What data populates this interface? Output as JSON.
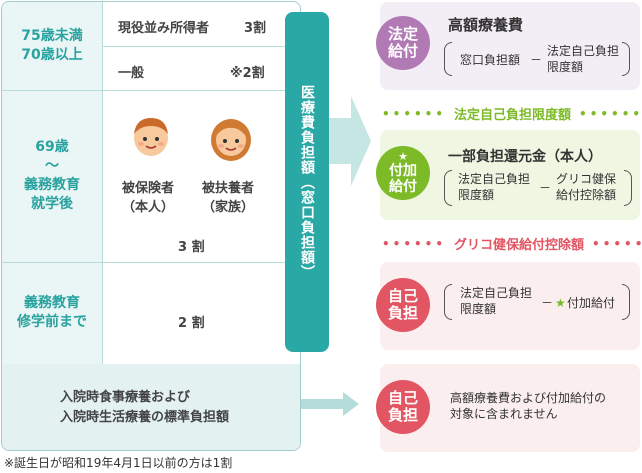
{
  "table": {
    "age_over75_line1": "75歳未満",
    "age_over75_line2": "70歳以上",
    "row1_label": "現役並み所得者",
    "row1_rate": "3割",
    "row2_label": "一般",
    "row2_rate": "※2割",
    "age_mid_line1": "69歳",
    "age_mid_line2": "〜",
    "age_mid_line3": "義務教育",
    "age_mid_line4": "就学後",
    "insured_line1": "被保険者",
    "insured_line2": "（本人）",
    "dependent_line1": "被扶養者",
    "dependent_line2": "（家族）",
    "mid_rate": "3 割",
    "age_young_line1": "義務教育",
    "age_young_line2": "修学前まで",
    "young_rate": "2 割",
    "bottom_line1": "入院時食事療養および",
    "bottom_line2": "入院時生活療養の標準負担額"
  },
  "vertical_band": "医療費負担額（窓口負担額）",
  "boxes": {
    "box1": {
      "badge_line1": "法定",
      "badge_line2": "給付",
      "title": "高額療養費",
      "left_term": "窓口負担額",
      "minus": "－",
      "right_term_line1": "法定自己負担",
      "right_term_line2": "限度額"
    },
    "divider1": "法定自己負担限度額",
    "box2": {
      "star": "★",
      "badge_line1": "付加",
      "badge_line2": "給付",
      "title": "一部負担還元金（本人）",
      "left_term_line1": "法定自己負担",
      "left_term_line2": "限度額",
      "minus": "－",
      "right_term_line1": "グリコ健保",
      "right_term_line2": "給付控除額"
    },
    "divider2": "グリコ健保給付控除額",
    "box3": {
      "badge_line1": "自己",
      "badge_line2": "負担",
      "left_term_line1": "法定自己負担",
      "left_term_line2": "限度額",
      "minus": "－",
      "star": "★",
      "right_term": "付加給付"
    },
    "box4": {
      "badge_line1": "自己",
      "badge_line2": "負担",
      "text_line1": "高額療養費および付加給付の",
      "text_line2": "対象に含まれません"
    }
  },
  "footnote": "※誕生日が昭和19年4月1日以前の方は1割",
  "colors": {
    "teal": "#2aa8a6",
    "purple": "#b27ab5",
    "green": "#7dba28",
    "pink": "#e25562"
  }
}
